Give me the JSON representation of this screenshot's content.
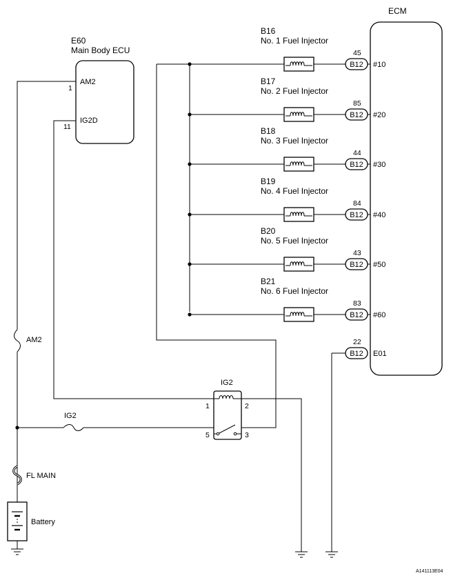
{
  "ecm": {
    "label": "ECM"
  },
  "body_ecu": {
    "code": "E60",
    "name": "Main Body ECU",
    "pins": [
      {
        "num": "1",
        "name": "AM2"
      },
      {
        "num": "11",
        "name": "IG2D"
      }
    ]
  },
  "injectors": [
    {
      "code": "B16",
      "name": "No. 1 Fuel Injector",
      "pin": "45",
      "connector": "B12",
      "terminal": "#10"
    },
    {
      "code": "B17",
      "name": "No. 2 Fuel Injector",
      "pin": "85",
      "connector": "B12",
      "terminal": "#20"
    },
    {
      "code": "B18",
      "name": "No. 3 Fuel Injector",
      "pin": "44",
      "connector": "B12",
      "terminal": "#30"
    },
    {
      "code": "B19",
      "name": "No. 4 Fuel Injector",
      "pin": "84",
      "connector": "B12",
      "terminal": "#40"
    },
    {
      "code": "B20",
      "name": "No. 5 Fuel Injector",
      "pin": "43",
      "connector": "B12",
      "terminal": "#50"
    },
    {
      "code": "B21",
      "name": "No. 6 Fuel Injector",
      "pin": "83",
      "connector": "B12",
      "terminal": "#60"
    }
  ],
  "ground_terminal": {
    "pin": "22",
    "connector": "B12",
    "terminal": "E01"
  },
  "relay": {
    "label": "IG2",
    "pins": [
      "1",
      "2",
      "5",
      "3"
    ]
  },
  "fuses": {
    "am2": "AM2",
    "ig2": "IG2",
    "fl_main": "FL MAIN"
  },
  "battery": {
    "label": "Battery"
  },
  "figure_id": "A141113E04"
}
